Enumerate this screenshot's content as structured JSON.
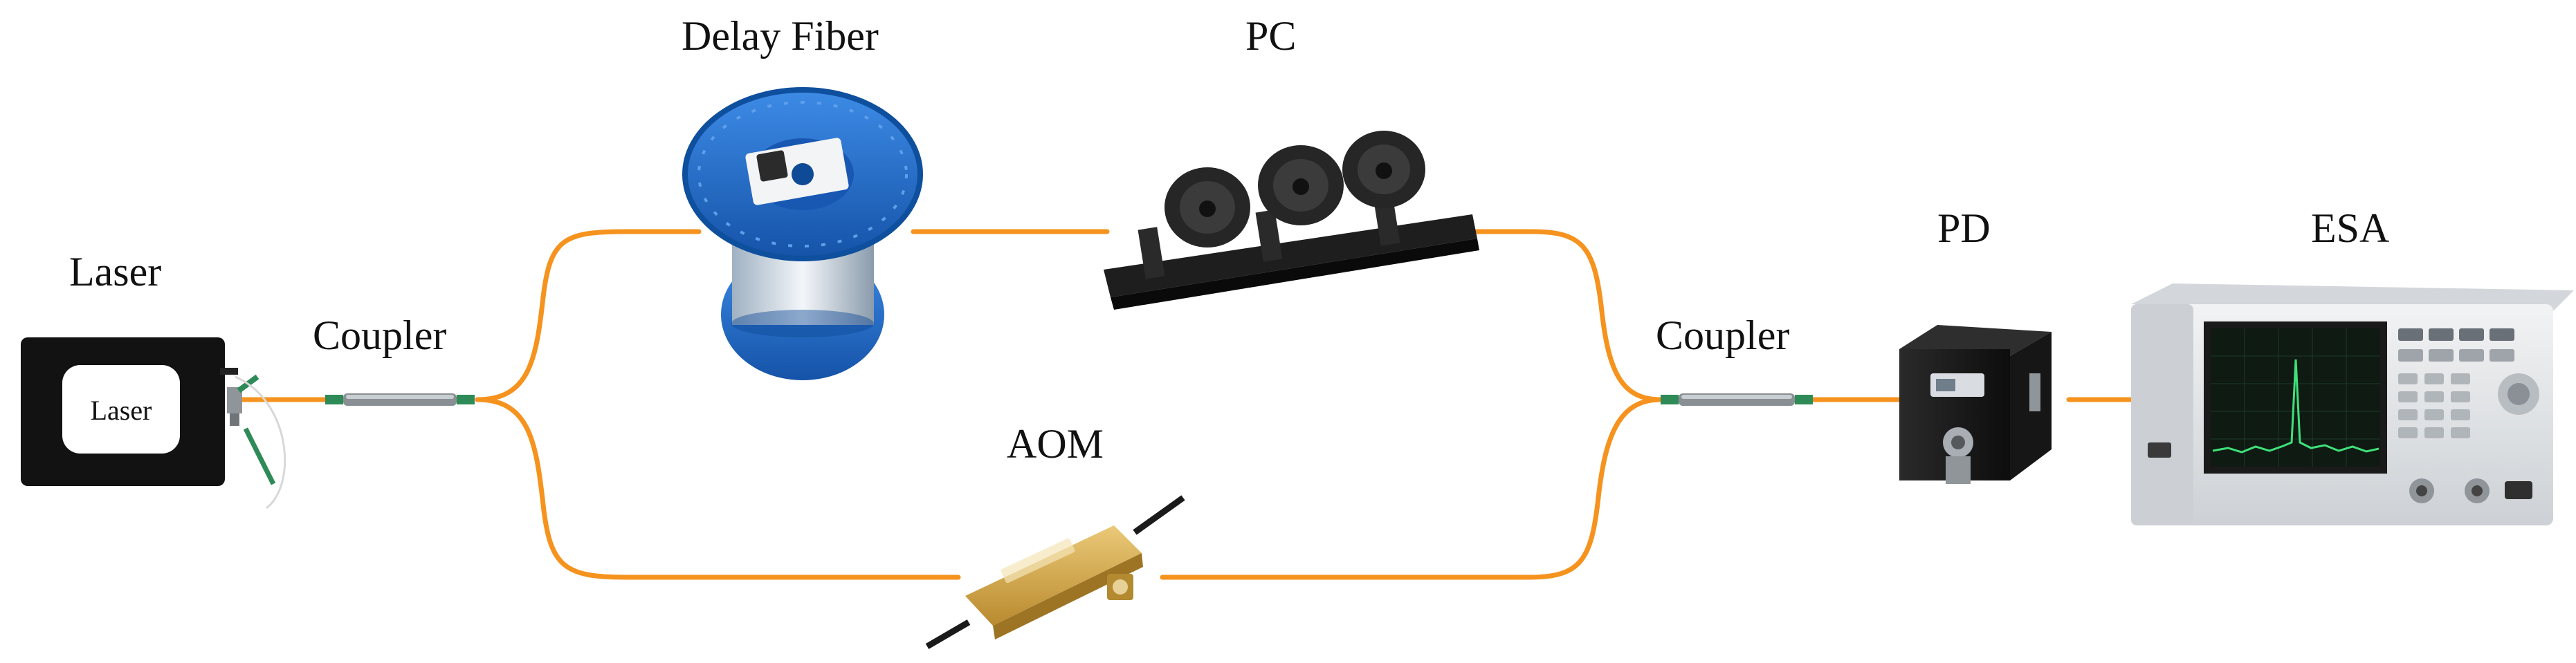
{
  "labels": {
    "laser": "Laser",
    "laser_box_text": "Laser",
    "coupler_left": "Coupler",
    "delay_fiber": "Delay Fiber",
    "pc": "PC",
    "aom": "AOM",
    "coupler_right": "Coupler",
    "pd": "PD",
    "esa": "ESA"
  },
  "colors": {
    "fiber": "#F5931E",
    "spool_blue": "#1E6BC9",
    "aom_gold": "#D9AE4A",
    "pc_black": "#1E1E1E",
    "coupler_green": "#2E8B57",
    "esa_body": "#E4E6E8",
    "screen": "#0E1A12",
    "trace": "#3FE07A"
  }
}
